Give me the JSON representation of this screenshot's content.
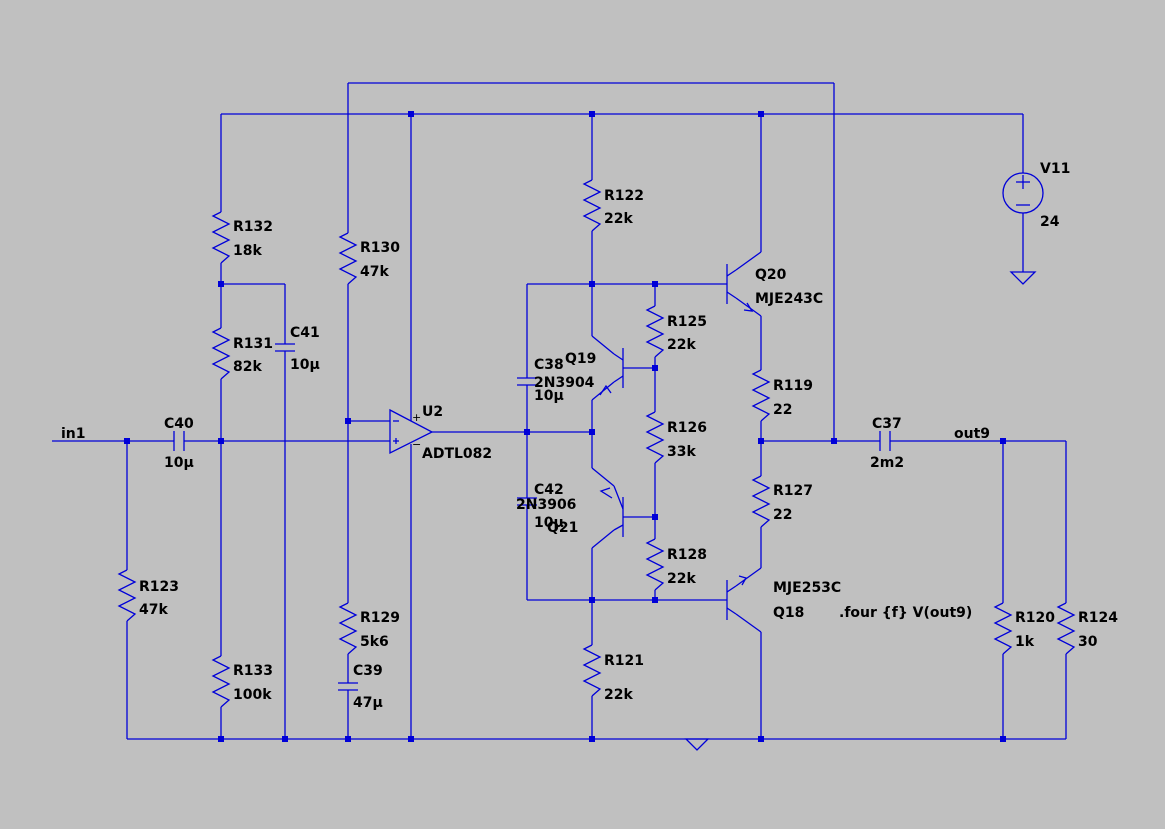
{
  "colors": {
    "background": "#c0c0c0",
    "wire": "#0000d8",
    "text": "#000000"
  },
  "nets": {
    "in": "in1",
    "out": "out9"
  },
  "directive": ".four {f} V(out9)",
  "components": {
    "R132": {
      "ref": "R132",
      "value": "18k"
    },
    "R131": {
      "ref": "R131",
      "value": "82k"
    },
    "R133": {
      "ref": "R133",
      "value": "100k"
    },
    "R123": {
      "ref": "R123",
      "value": "47k"
    },
    "R130": {
      "ref": "R130",
      "value": "47k"
    },
    "R129": {
      "ref": "R129",
      "value": "5k6"
    },
    "R122": {
      "ref": "R122",
      "value": "22k"
    },
    "R125": {
      "ref": "R125",
      "value": "22k"
    },
    "R126": {
      "ref": "R126",
      "value": "33k"
    },
    "R128": {
      "ref": "R128",
      "value": "22k"
    },
    "R121": {
      "ref": "R121",
      "value": "22k"
    },
    "R119": {
      "ref": "R119",
      "value": "22"
    },
    "R127": {
      "ref": "R127",
      "value": "22"
    },
    "R120": {
      "ref": "R120",
      "value": "1k"
    },
    "R124": {
      "ref": "R124",
      "value": "30"
    },
    "C40": {
      "ref": "C40",
      "value": "10µ"
    },
    "C41": {
      "ref": "C41",
      "value": "10µ"
    },
    "C39": {
      "ref": "C39",
      "value": "47µ"
    },
    "C38": {
      "ref": "C38",
      "value": "10µ"
    },
    "C42": {
      "ref": "C42",
      "value": "10µ"
    },
    "C37": {
      "ref": "C37",
      "value": "2m2"
    },
    "U2": {
      "ref": "U2",
      "value": "ADTL082"
    },
    "Q19": {
      "ref": "Q19",
      "value": "2N3904"
    },
    "Q21": {
      "ref": "Q21",
      "value": "2N3906"
    },
    "Q20": {
      "ref": "Q20",
      "value": "MJE243C"
    },
    "Q18": {
      "ref": "Q18",
      "value": "MJE253C"
    },
    "V11": {
      "ref": "V11",
      "value": "24"
    }
  }
}
